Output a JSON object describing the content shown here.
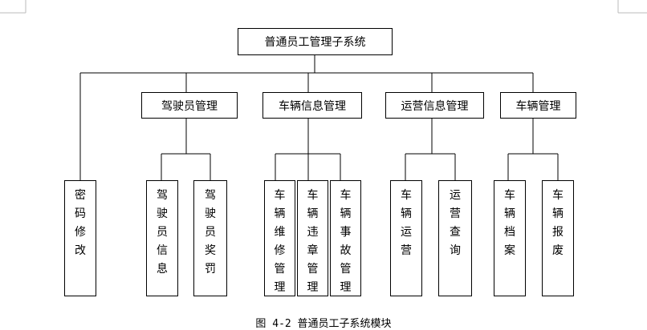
{
  "diagram": {
    "root": "普通员工管理子系统",
    "categories": [
      "驾驶员管理",
      "车辆信息管理",
      "运营信息管理",
      "车辆管理"
    ],
    "standalone_leaf": "密码修改",
    "leaves": {
      "driver": [
        "驾驶员信息",
        "驾驶员奖罚"
      ],
      "vehicle_info": [
        "车辆维修管理",
        "车辆违章管理",
        "车辆事故管理"
      ],
      "operation": [
        "车辆运营",
        "运营查询"
      ],
      "vehicle": [
        "车辆档案",
        "车辆报废"
      ]
    }
  },
  "caption": "图 4-2 普通员工子系统模块"
}
